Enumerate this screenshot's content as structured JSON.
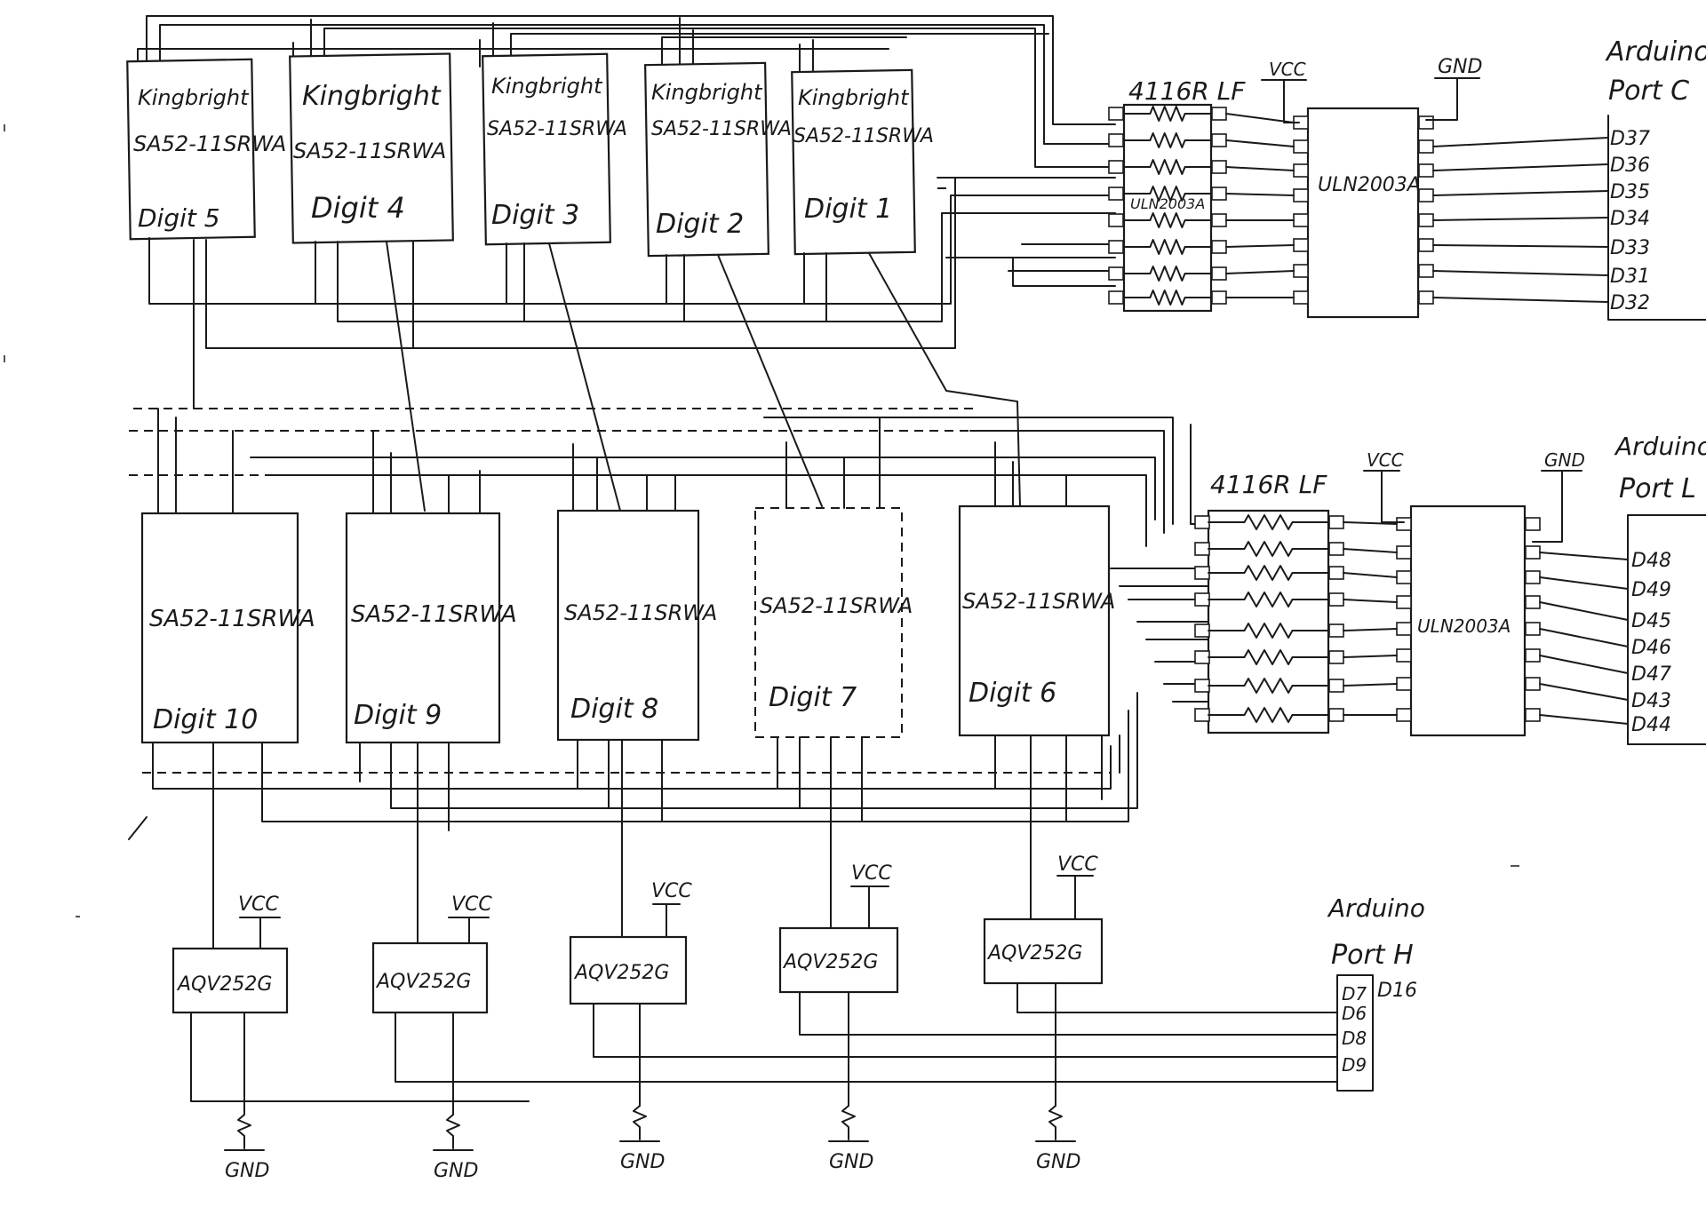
{
  "top_row": [
    {
      "maker": "Kingbright",
      "part": "SA52-11SRWA",
      "digit": "Digit 5"
    },
    {
      "maker": "Kingbright",
      "part": "SA52-11SRWA",
      "digit": "Digit 4"
    },
    {
      "maker": "Kingbright",
      "part": "SA52-11SRWA",
      "digit": "Digit 3"
    },
    {
      "maker": "Kingbright",
      "part": "SA52-11SRWA",
      "digit": "Digit 2"
    },
    {
      "maker": "Kingbright",
      "part": "SA52-11SRWA",
      "digit": "Digit 1"
    }
  ],
  "bottom_row": [
    {
      "part": "SA52-11SRWA",
      "digit": "Digit 10"
    },
    {
      "part": "SA52-11SRWA",
      "digit": "Digit 9"
    },
    {
      "part": "SA52-11SRWA",
      "digit": "Digit 8"
    },
    {
      "part": "SA52-11SRWA",
      "digit": "Digit 7"
    },
    {
      "part": "SA52-11SRWA",
      "digit": "Digit 6"
    }
  ],
  "resistor_top": "4116R LF",
  "resistor_bottom": "4116R LF",
  "driver_top": "ULN2003A",
  "driver_bottom": "ULN2003A",
  "driver_top_overlap": "ULN2003A",
  "vcc": "VCC",
  "gnd": "GND",
  "relay": "AQV252G",
  "port_c": {
    "title1": "Arduino",
    "title2": "Port C",
    "pins": [
      "D37",
      "D36",
      "D35",
      "D34",
      "D33",
      "D31",
      "D32"
    ]
  },
  "port_l": {
    "title1": "Arduino",
    "title2": "Port L",
    "pins": [
      "D48",
      "D49",
      "D45",
      "D46",
      "D47",
      "D43",
      "D44"
    ]
  },
  "port_h": {
    "title1": "Arduino",
    "title2": "Port H",
    "note": "D16",
    "pins": [
      "D7",
      "D6",
      "D8",
      "D9"
    ]
  }
}
